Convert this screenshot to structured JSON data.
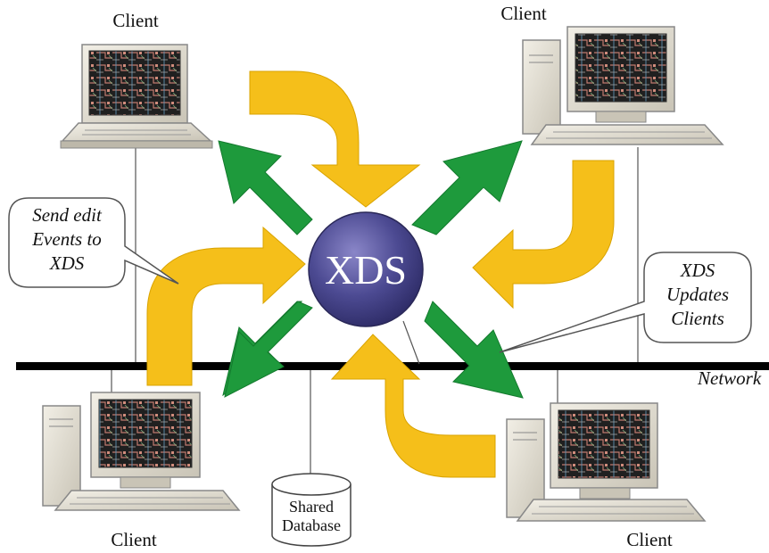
{
  "center": {
    "label": "XDS"
  },
  "clients": {
    "top_left": "Client",
    "top_right": "Client",
    "bottom_left": "Client",
    "bottom_right": "Client"
  },
  "callouts": {
    "left_line1": "Send edit",
    "left_line2": "Events to",
    "left_line3": "XDS",
    "right_line1": "XDS",
    "right_line2": "Updates",
    "right_line3": "Clients"
  },
  "network": {
    "label": "Network"
  },
  "database": {
    "line1": "Shared",
    "line2": "Database"
  },
  "colors": {
    "yellow_arrow": "#F5BF1A",
    "green_arrow": "#1E9A3C",
    "xds_circle": "#4A4A8E",
    "network_bar": "#000000",
    "screen_bg": "#1A1A1A"
  }
}
